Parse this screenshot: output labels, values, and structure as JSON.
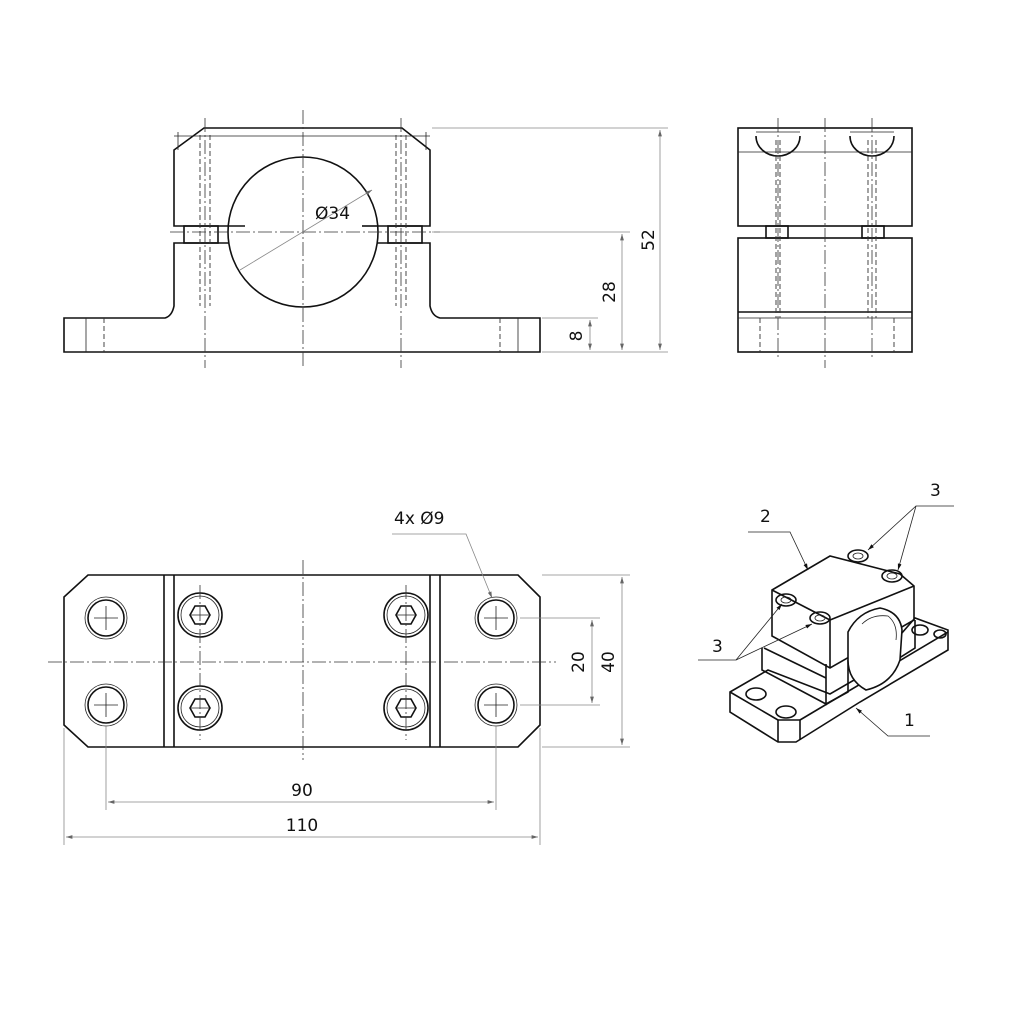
{
  "dimensions": {
    "bore_diameter": "Ø34",
    "overall_height": "52",
    "center_height": "28",
    "base_thickness": "8",
    "hole_spec": "4x Ø9",
    "hole_row_spacing": "20",
    "base_width": "40",
    "hole_column_spacing": "90",
    "base_length": "110"
  },
  "part_labels": {
    "base": "1",
    "cap": "2",
    "screw_upper": "3",
    "screw_lower": "3"
  }
}
